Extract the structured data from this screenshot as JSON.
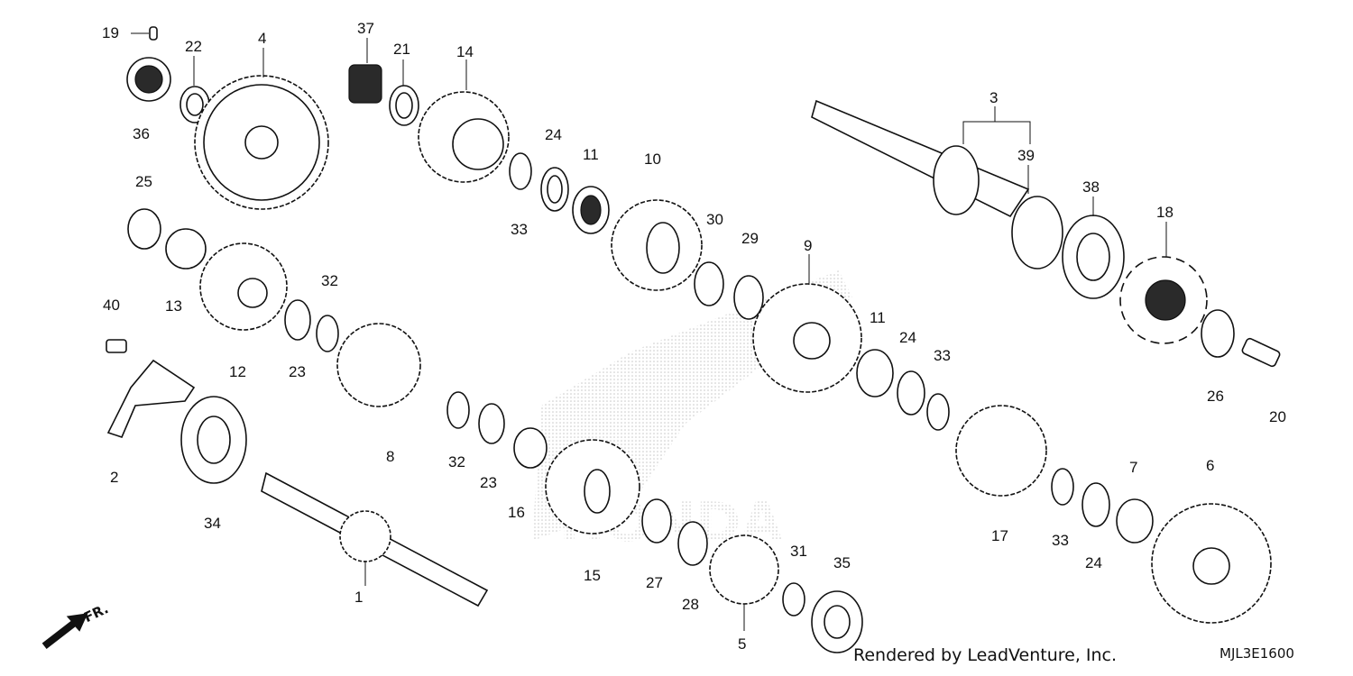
{
  "footer": {
    "rendered_by": "Rendered by LeadVenture, Inc.",
    "diagram_code": "MJL3E1600"
  },
  "direction_label": "FR.",
  "watermark": {
    "brand": "HONDA"
  },
  "callouts": [
    "19",
    "22",
    "4",
    "37",
    "21",
    "14",
    "3",
    "36",
    "24",
    "11",
    "10",
    "39",
    "38",
    "25",
    "33",
    "30",
    "29",
    "18",
    "9",
    "13",
    "32",
    "40",
    "12",
    "23",
    "11",
    "24",
    "33",
    "26",
    "20",
    "8",
    "2",
    "32",
    "23",
    "16",
    "34",
    "15",
    "17",
    "6",
    "7",
    "33",
    "24",
    "31",
    "35",
    "27",
    "28",
    "1",
    "5"
  ],
  "colors": {
    "line": "#111111",
    "background": "#ffffff",
    "watermark": "#c8c8c8"
  }
}
